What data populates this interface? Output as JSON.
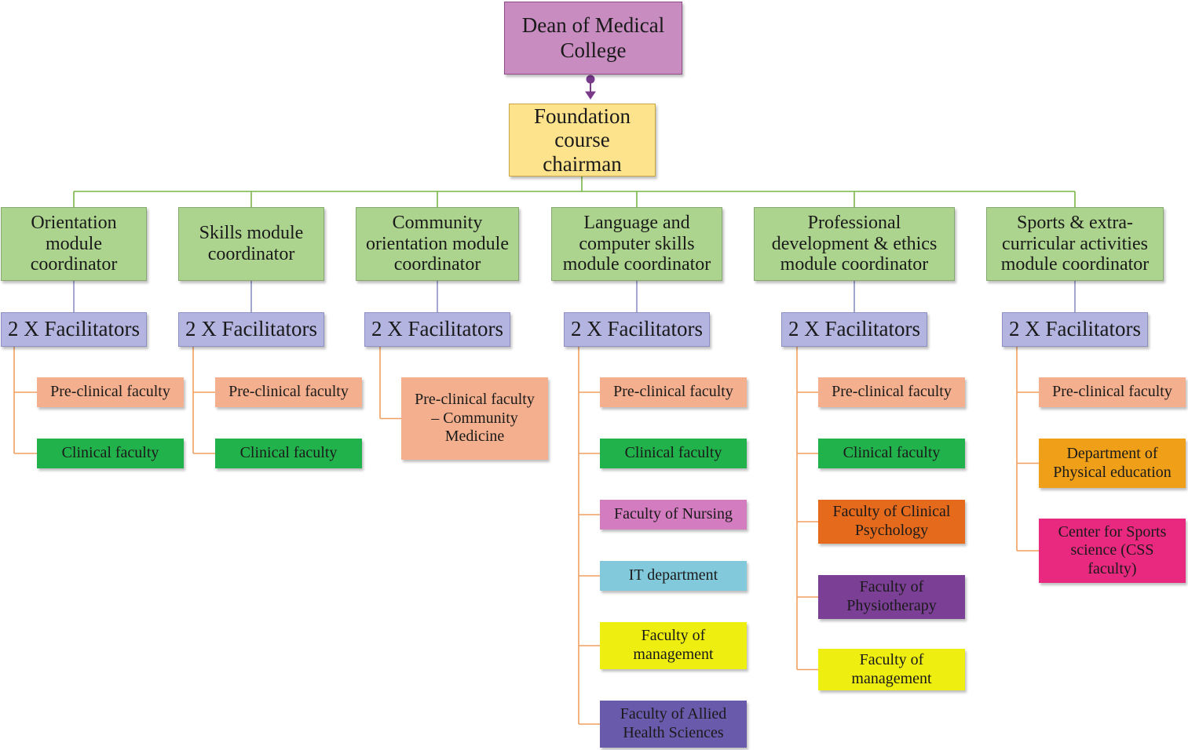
{
  "colors": {
    "dean": "#c88cc0",
    "chairman": "#fde38c",
    "coordinator": "#add48e",
    "facilitators": "#b3b4e0",
    "pre_clinical": "#f4b08e",
    "clinical": "#22b24c",
    "nursing": "#d47cc0",
    "it": "#82cadb",
    "management": "#eeee11",
    "allied_health": "#6a5aab",
    "clinical_psychology": "#e56a1c",
    "physiotherapy": "#7c3f96",
    "physical_education": "#f0a018",
    "css": "#e8297f",
    "connector_top": "#7ab648",
    "connector_coord": "#8e90c4",
    "connector_leaf": "#f0a060",
    "arrow": "#7a3a8c"
  },
  "dean": {
    "label": "Dean of Medical\nCollege"
  },
  "chairman": {
    "label": "Foundation\ncourse\nchairman"
  },
  "modules": [
    {
      "coordinator": "Orientation\nmodule\ncoordinator",
      "facilitators": "2 X Facilitators",
      "members": [
        {
          "label": "Pre-clinical  faculty",
          "color": "pre_clinical"
        },
        {
          "label": "Clinical  faculty",
          "color": "clinical"
        }
      ]
    },
    {
      "coordinator": "Skills module\ncoordinator",
      "facilitators": "2 X Facilitators",
      "members": [
        {
          "label": "Pre-clinical  faculty",
          "color": "pre_clinical"
        },
        {
          "label": "Clinical  faculty",
          "color": "clinical"
        }
      ]
    },
    {
      "coordinator": "Community\norientation module\ncoordinator",
      "facilitators": "2 X Facilitators",
      "members": [
        {
          "label": "Pre-clinical  faculty\n– Community\nMedicine",
          "color": "pre_clinical"
        }
      ]
    },
    {
      "coordinator": "Language and\ncomputer skills\nmodule coordinator",
      "facilitators": "2 X Facilitators",
      "members": [
        {
          "label": "Pre-clinical  faculty",
          "color": "pre_clinical"
        },
        {
          "label": "Clinical  faculty",
          "color": "clinical"
        },
        {
          "label": "Faculty  of Nursing",
          "color": "nursing"
        },
        {
          "label": "IT department",
          "color": "it"
        },
        {
          "label": "Faculty  of\nmanagement",
          "color": "management"
        },
        {
          "label": "Faculty  of Allied\nHealth Sciences",
          "color": "allied_health"
        }
      ]
    },
    {
      "coordinator": "Professional\ndevelopment & ethics\nmodule coordinator",
      "facilitators": "2 X Facilitators",
      "members": [
        {
          "label": "Pre-clinical  faculty",
          "color": "pre_clinical"
        },
        {
          "label": "Clinical  faculty",
          "color": "clinical"
        },
        {
          "label": "Faculty  of Clinical\nPsychology",
          "color": "clinical_psychology"
        },
        {
          "label": "Faculty  of\nPhysiotherapy",
          "color": "physiotherapy"
        },
        {
          "label": "Faculty  of\nmanagement",
          "color": "management"
        }
      ]
    },
    {
      "coordinator": "Sports & extra-\ncurricular activities\nmodule coordinator",
      "facilitators": "2 X Facilitators",
      "members": [
        {
          "label": "Pre-clinical  faculty",
          "color": "pre_clinical"
        },
        {
          "label": "Department  of\nPhysical  education",
          "color": "physical_education"
        },
        {
          "label": "Center  for Sports\nscience (CSS\nfaculty)",
          "color": "css"
        }
      ]
    }
  ]
}
